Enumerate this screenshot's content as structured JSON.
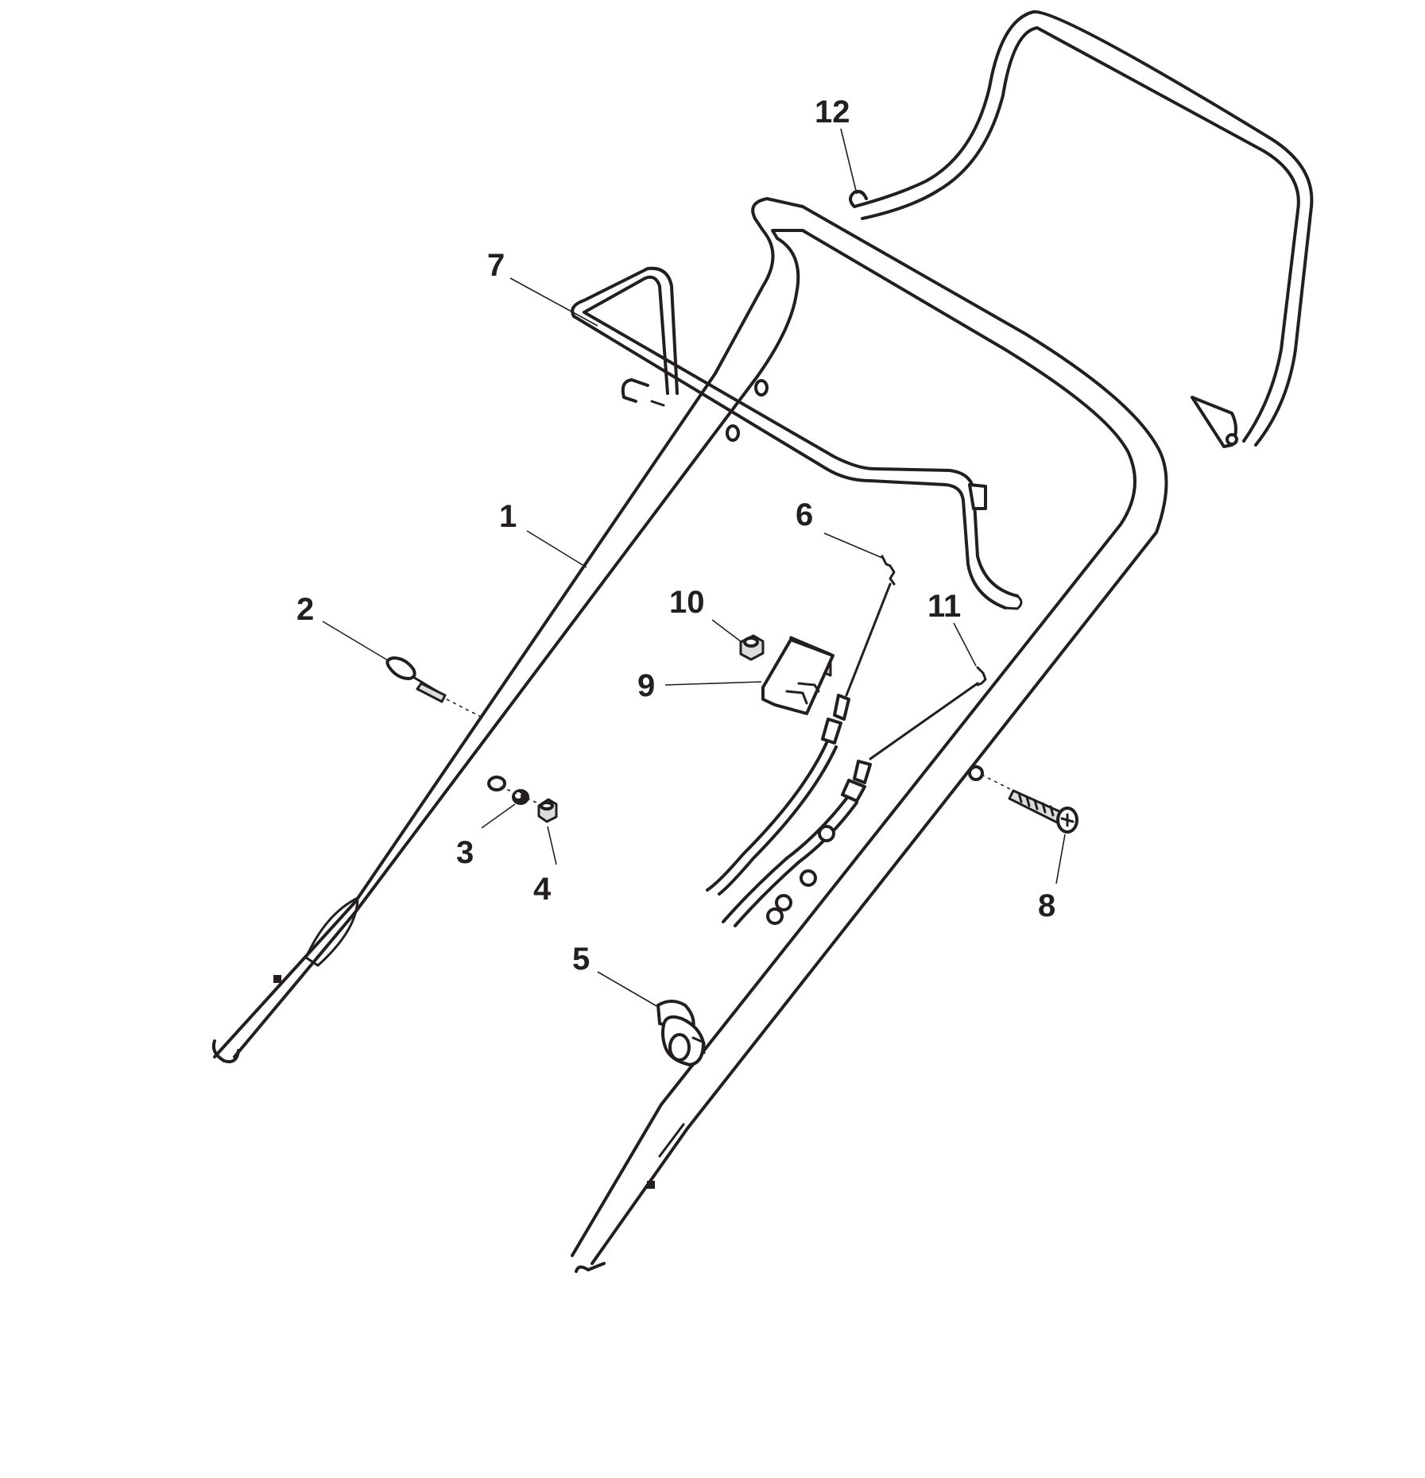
{
  "callouts": {
    "c1": "1",
    "c2": "2",
    "c3": "3",
    "c4": "4",
    "c5": "5",
    "c6": "6",
    "c7": "7",
    "c8": "8",
    "c9": "9",
    "c10": "10",
    "c11": "11",
    "c12": "12"
  },
  "colors": {
    "line": "#231f20",
    "background": "#ffffff",
    "fill_gray": "#dcdcdc"
  }
}
